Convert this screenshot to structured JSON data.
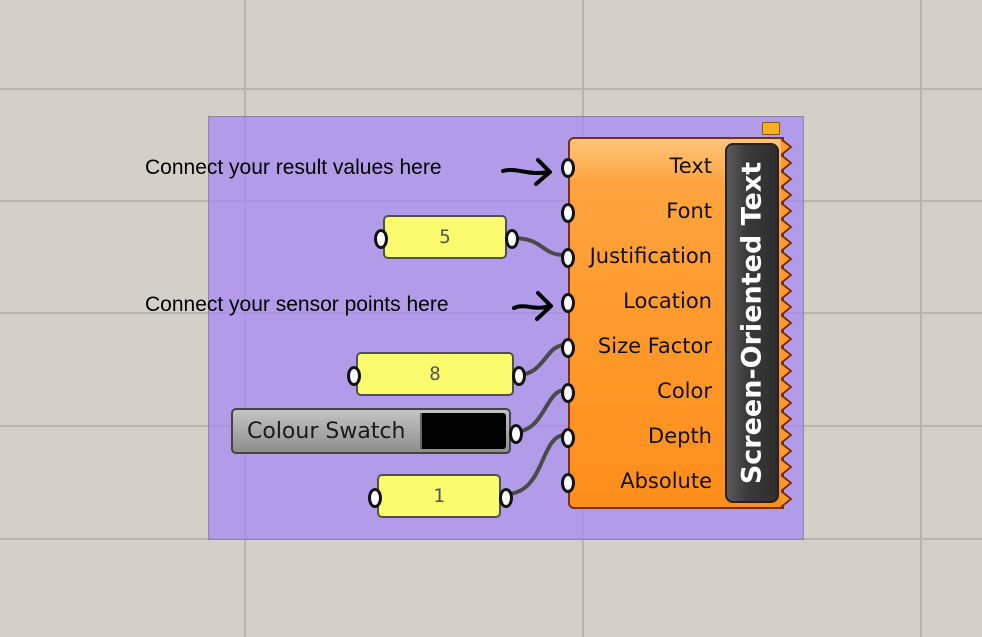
{
  "canvas": {
    "background": "#d4d0c8",
    "grid_color": "#b9b5ad"
  },
  "group": {
    "color": "#a587f5"
  },
  "annotations": {
    "result_values": "Connect your result values here",
    "sensor_points": "Connect your sensor points here"
  },
  "panels": {
    "justification_value": "5",
    "size_factor_value": "8",
    "depth_value": "1"
  },
  "swatch": {
    "label": "Colour Swatch",
    "color": "#000000"
  },
  "component": {
    "title": "Screen-Oriented Text",
    "inputs": [
      "Text",
      "Font",
      "Justification",
      "Location",
      "Size Factor",
      "Color",
      "Depth",
      "Absolute"
    ],
    "fill": "#ff9a2c"
  }
}
